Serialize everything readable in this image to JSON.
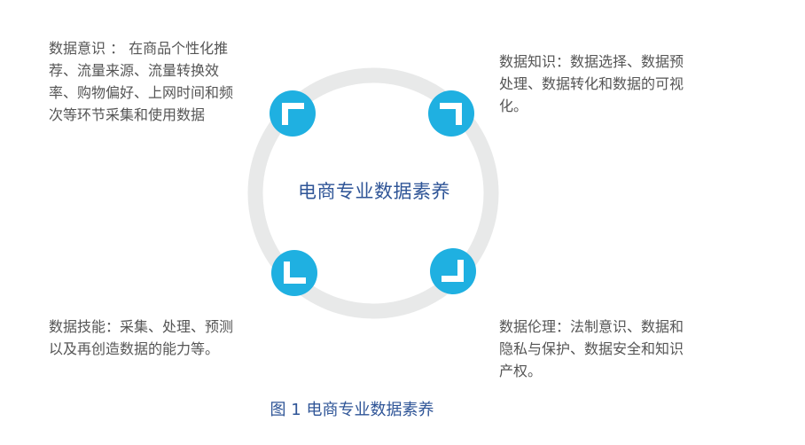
{
  "center_title": "电商专业数据素养",
  "notes": {
    "top_left": "数据意识 ： 在商品个性化推荐、流量来源、流量转换效率、购物偏好、上网时间和频次等环节采集和使用数据",
    "top_right": "数据知识：数据选择、数据预处理、数据转化和数据的可视化。",
    "bottom_left": "数据技能：采集、处理、预测以及再创造数据的能力等。",
    "bottom_right": "数据伦理：法制意识、数据和隐私与保护、数据安全和知识产权。"
  },
  "caption": "图 1 电商专业数据素养",
  "colors": {
    "ring": "#e8e9e9",
    "node": "#1fb0e1",
    "title": "#2f5597",
    "text": "#555555"
  },
  "icons": [
    "corner-top-left-icon",
    "corner-top-right-icon",
    "corner-bottom-left-icon",
    "corner-bottom-right-icon"
  ]
}
